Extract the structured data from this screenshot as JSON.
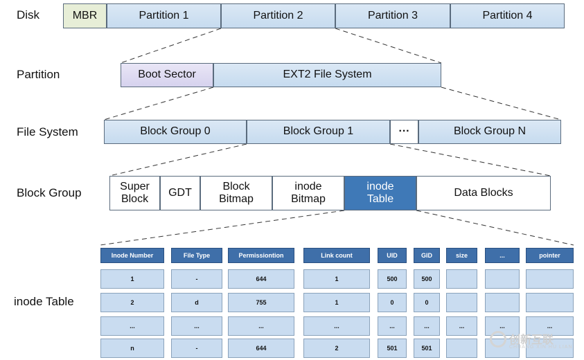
{
  "labels": {
    "disk": "Disk",
    "partition": "Partition",
    "file_system": "File System",
    "block_group": "Block Group",
    "inode_table": "inode Table"
  },
  "disk": [
    "MBR",
    "Partition 1",
    "Partition 2",
    "Partition 3",
    "Partition 4"
  ],
  "partition": [
    "Boot Sector",
    "EXT2 File System"
  ],
  "file_system": [
    "Block Group 0",
    "Block Group 1",
    "···",
    "Block Group N"
  ],
  "block_group": [
    [
      "Super",
      "Block"
    ],
    [
      "GDT"
    ],
    [
      "Block",
      "Bitmap"
    ],
    [
      "inode",
      "Bitmap"
    ],
    [
      "inode",
      "Table"
    ],
    [
      "Data Blocks"
    ]
  ],
  "table": {
    "headers": [
      "Inode Number",
      "File Type",
      "Permissiontion",
      "Link count",
      "UID",
      "GID",
      "size",
      "...",
      "pointer"
    ],
    "rows": [
      [
        "1",
        "-",
        "644",
        "1",
        "500",
        "500",
        "",
        "",
        ""
      ],
      [
        "2",
        "d",
        "755",
        "1",
        "0",
        "0",
        "",
        "",
        ""
      ],
      [
        "...",
        "...",
        "...",
        "...",
        "...",
        "...",
        "...",
        "...",
        "..."
      ],
      [
        "n",
        "-",
        "644",
        "2",
        "501",
        "501",
        "",
        "",
        ""
      ]
    ]
  },
  "watermark": {
    "main": "创新互联",
    "sub": "CHUANG XIN HU LIAN"
  },
  "colors": {
    "highlight": "#3f79b7",
    "header": "#3f6fa9",
    "cell": "#c9dcf0",
    "box": "#c6dbef"
  }
}
